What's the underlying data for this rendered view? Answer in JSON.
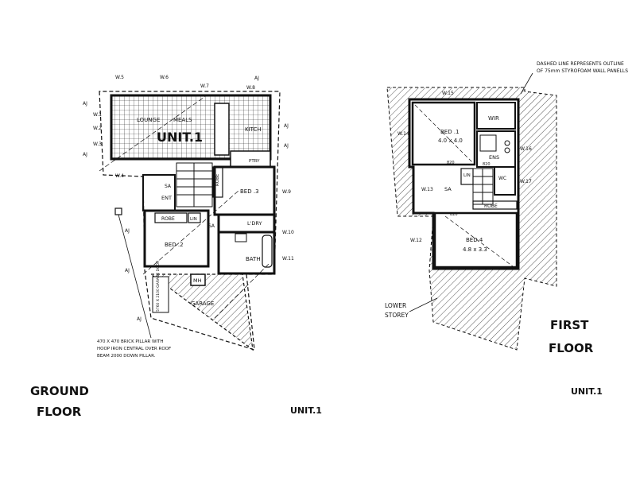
{
  "ground_floor": {
    "title_line1": "GROUND",
    "title_line2": "FLOOR",
    "unit_label": "UNIT.1",
    "unit_big": "UNIT.1",
    "rooms": {
      "lounge": "LOUNGE",
      "meals": "MEALS",
      "kitch": "KITCH",
      "ptry": "PTRY",
      "robe1": "ROBE",
      "robe2": "ROBE",
      "sa": "SA",
      "ent": "ENT",
      "bed3": "BED .3",
      "bed2": "BED .2",
      "lndry": "L'DRY",
      "bath": "BATH",
      "lin": "LIN",
      "mh": "MH",
      "garage": "GARAGE",
      "garage_door": "5760 X 2100 GARAGE DOOR"
    },
    "windows": [
      "W.5",
      "W.6",
      "W.7",
      "W.8",
      "W.1",
      "W.2",
      "W.3",
      "W.4",
      "W.9",
      "W.10",
      "W.11"
    ],
    "markers": {
      "aj": "AJ"
    },
    "pillar_note_line1": "470 X 470 BRICK PILLAR WITH",
    "pillar_note_line2": "HOOP IRON CENTRAL OVER ROOF",
    "pillar_note_line3": "BEAM 2000 DOWN PILLAR."
  },
  "first_floor": {
    "title_line1": "FIRST",
    "title_line2": "FLOOR",
    "unit_label": "UNIT.1",
    "rooms": {
      "bed1": "BED .1",
      "bed1_size": "4.0 x 4.0",
      "wir": "WIR",
      "ens": "ENS",
      "wc": "WC",
      "lin": "LIN",
      "sa": "SA",
      "robe": "ROBE",
      "bed4": "BED.4",
      "bed4_size": "4.8 x 3.3"
    },
    "windows": [
      "W.15",
      "W.14",
      "W.16",
      "W.13",
      "W.17",
      "W.12"
    ],
    "dims": [
      "820",
      "820",
      "820"
    ],
    "note_line1": "DASHED LINE REPRESENTS OUTLINE",
    "note_line2": "OF 75mm STYROFOAM WALL PANELLS",
    "lower_storey_line1": "LOWER",
    "lower_storey_line2": "STOREY"
  }
}
